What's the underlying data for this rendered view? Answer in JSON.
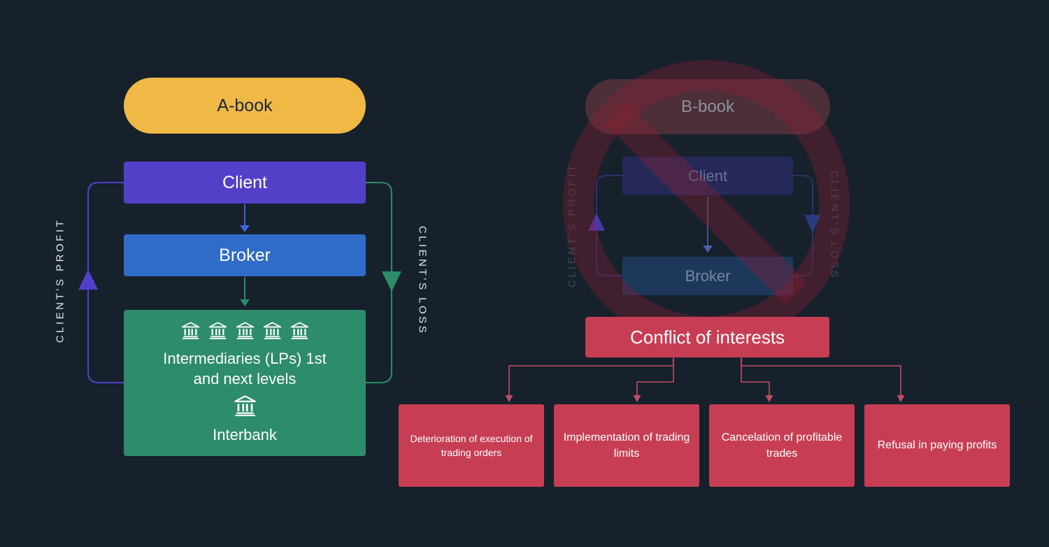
{
  "abook": {
    "title": "A-book",
    "client_label": "Client",
    "broker_label": "Broker",
    "intermediaries_label": "Intermediaries (LPs) 1st and next levels",
    "interbank_label": "Interbank",
    "profit_label": "CLIENT’S PROFIT",
    "loss_label": "CLIENT’S LOSS",
    "colors": {
      "pill": "#F0B945",
      "client": "#5340C9",
      "broker": "#2F6CC8",
      "intermediaries": "#2D8C69"
    }
  },
  "bbook": {
    "title": "B-book",
    "client_label": "Client",
    "broker_label": "Broker",
    "profit_label": "CLIENT’S PROFIT",
    "loss_label": "CLIENT’S LOSS",
    "conflict_label": "Conflict of interests",
    "consequences": [
      "Deterioration of execution of trading orders",
      "Implementation of trading limits",
      "Cancelation of profitable trades",
      "Refusal in paying profits"
    ],
    "colors": {
      "conflict": "#C73E54",
      "connector": "#C14E62",
      "prohibition": "rgba(146,29,51,0.34)"
    }
  },
  "icons": {
    "bank": "bank-icon (classical building)",
    "prohibition": "prohibition-icon (no / forbidden sign)"
  },
  "background_color": "#16212C"
}
